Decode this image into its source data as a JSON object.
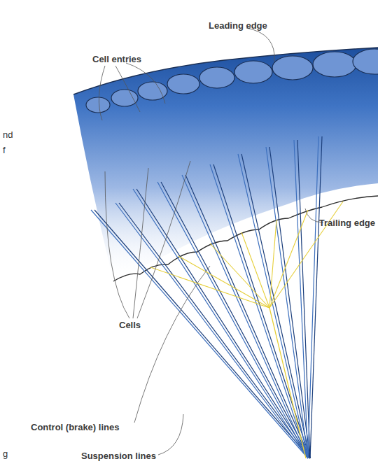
{
  "diagram": {
    "labels": [
      "Leading edge",
      "Cell entries",
      "nd",
      "f",
      "Trailing edge",
      "Cells",
      "Control (brake) lines",
      "g",
      "Suspension lines"
    ]
  }
}
